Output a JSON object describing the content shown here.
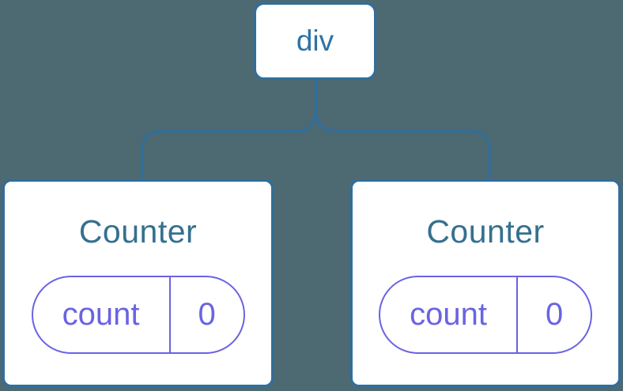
{
  "diagram": {
    "description": "Component tree: a div root element with two Counter component children, each holding a count state of 0",
    "root": {
      "label": "div"
    },
    "children": [
      {
        "label": "Counter",
        "state": {
          "key": "count",
          "value": "0"
        }
      },
      {
        "label": "Counter",
        "state": {
          "key": "count",
          "value": "0"
        }
      }
    ]
  },
  "colors": {
    "bg": "#4d6972",
    "node_border": "#2f6f9c",
    "connector": "#2e6f9e",
    "root_text": "#2e72a4",
    "component_text": "#35708e",
    "state_accent": "#6a63e2",
    "node_fill": "#ffffff"
  }
}
